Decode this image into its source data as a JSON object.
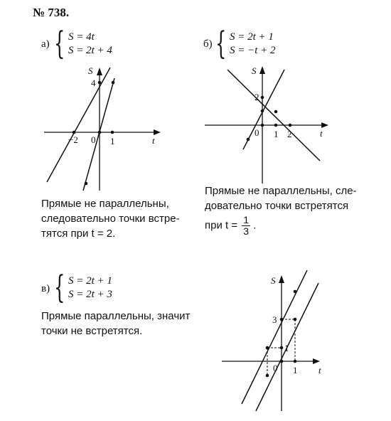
{
  "problem_number": "№ 738.",
  "a": {
    "label": "а)",
    "eq1": "S = 4t",
    "eq2": "S = 2t + 4",
    "axis_s": "S",
    "axis_t": "t",
    "tick_4": "4",
    "tick_m2": "−2",
    "tick_0": "0",
    "tick_1": "1",
    "text_line1": "Прямые не параллельны,",
    "text_line2": "следовательно точки встре-",
    "text_line3": "тятся при t = 2."
  },
  "b": {
    "label": "б)",
    "eq1": "S = 2t + 1",
    "eq2": "S = −t + 2",
    "axis_s": "S",
    "axis_t": "t",
    "tick_2": "2",
    "tick_0": "0",
    "tick_1": "1",
    "tick_t2": "2",
    "text_line1": "Прямые не параллельны, сле-",
    "text_line2": "довательно точки встретятся",
    "text_line3_prefix": "при  t =",
    "frac_num": "1",
    "frac_den": "3",
    "text_line3_suffix": "."
  },
  "c": {
    "label": "в)",
    "eq1": "S = 2t + 1",
    "eq2": "S = 2t + 3",
    "axis_s": "S",
    "axis_t": "t",
    "tick_3": "3",
    "tick_1": "1",
    "tick_0": "0",
    "tick_t1": "1",
    "text_line1": "Прямые параллельны, значит",
    "text_line2": "точки не встретятся."
  }
}
